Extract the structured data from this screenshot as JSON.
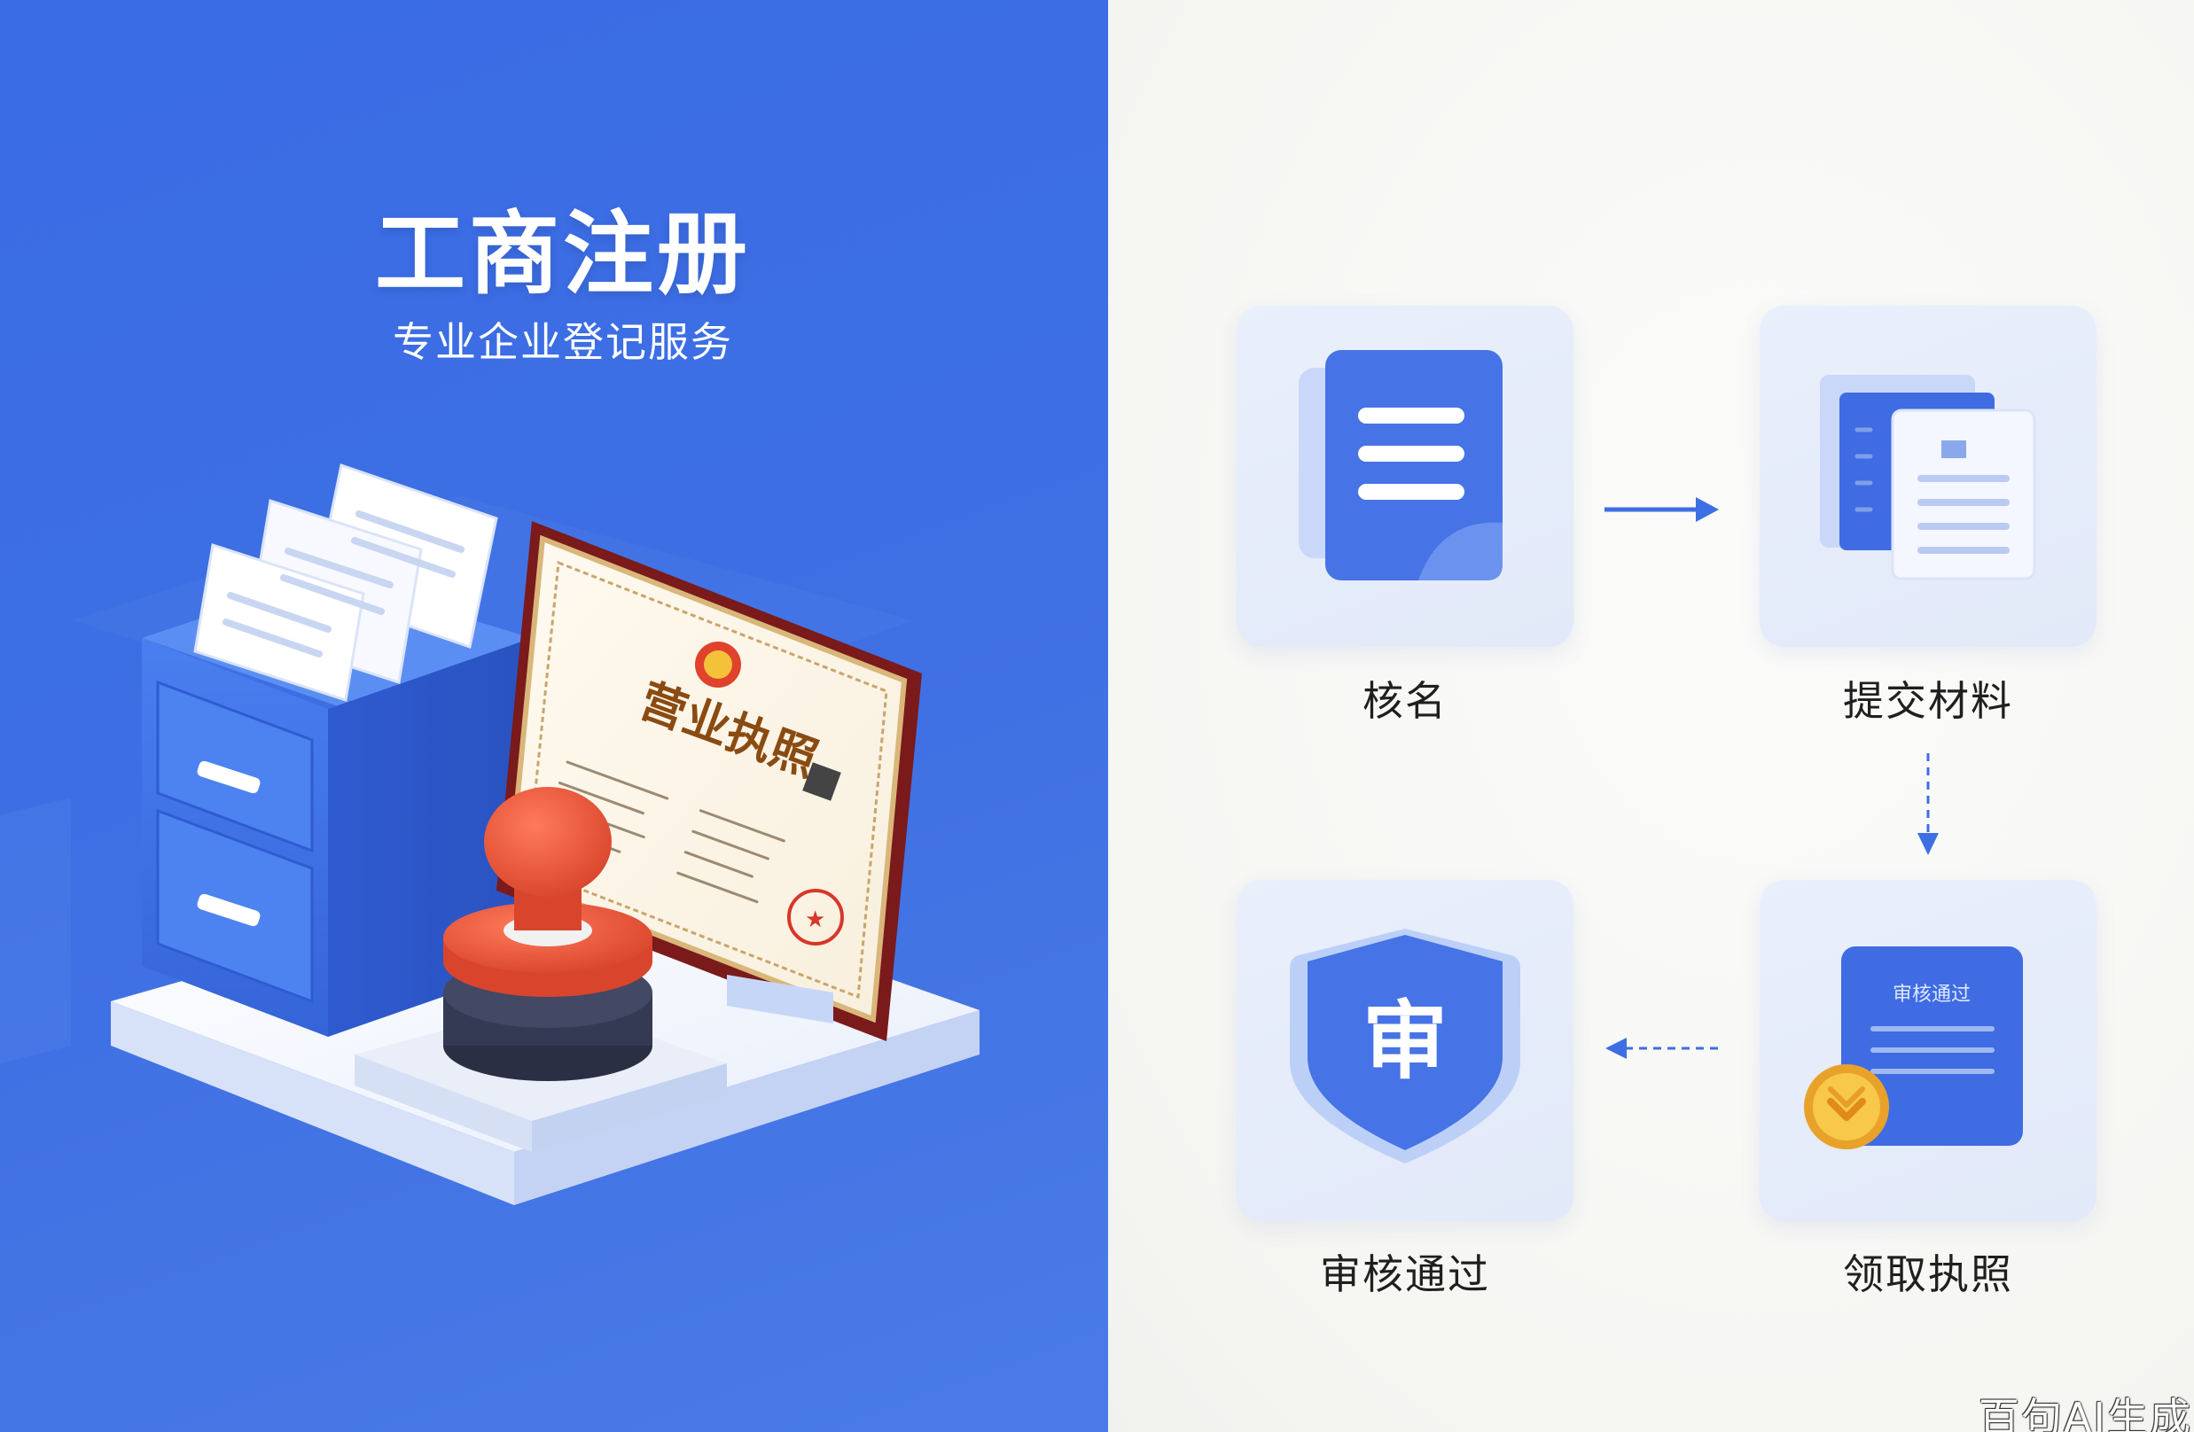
{
  "hero": {
    "title": "工商注册",
    "subtitle": "专业企业登记服务"
  },
  "illustration": {
    "certificate_title": "营业执照",
    "elements": [
      "filing-cabinet",
      "documents",
      "business-license-certificate",
      "stamp",
      "desk-platform"
    ]
  },
  "steps": [
    {
      "label": "核名",
      "icon": "document-lines-icon"
    },
    {
      "label": "提交材料",
      "icon": "stacked-documents-icon"
    },
    {
      "label": "审核通过",
      "icon": "shield-review-icon",
      "icon_text": "审"
    },
    {
      "label": "领取执照",
      "icon": "approved-license-icon",
      "icon_text": "审核通过"
    }
  ],
  "watermark": "百句AI生成",
  "colors": {
    "brand_blue": "#3d6ee3",
    "tile_bg": "#e6ecfa",
    "stamp_red": "#e2533a",
    "certificate_frame": "#8a1f1f",
    "coin_gold": "#f2b83a"
  }
}
